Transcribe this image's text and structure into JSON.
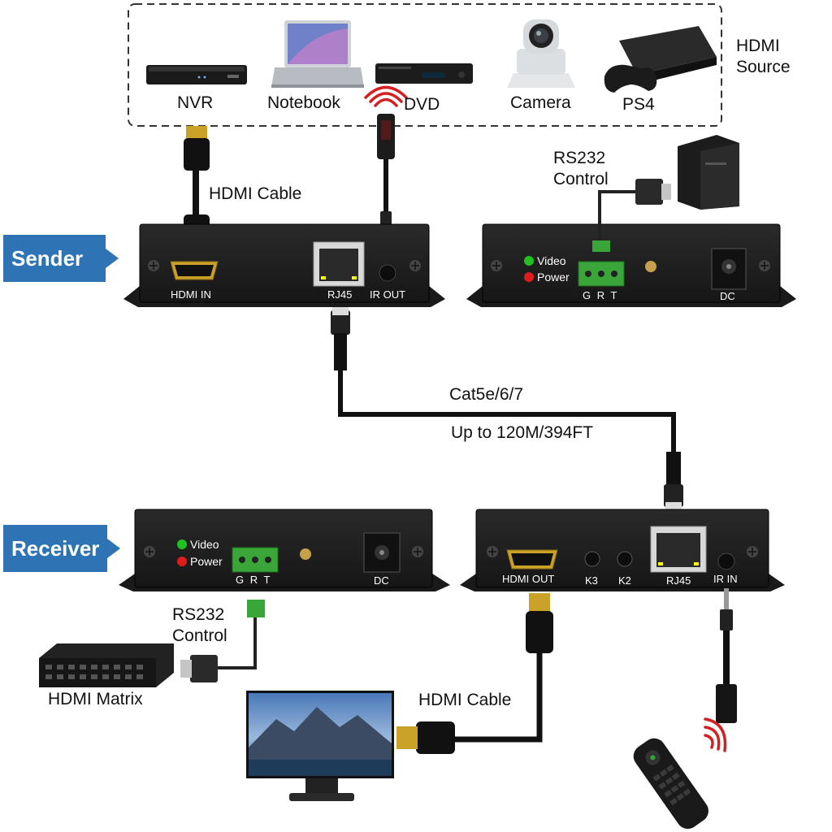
{
  "sources": {
    "title": "HDMI\nSource",
    "devices": [
      {
        "id": "nvr",
        "label": "NVR",
        "icon": "nvr-icon"
      },
      {
        "id": "notebook",
        "label": "Notebook",
        "icon": "laptop-icon"
      },
      {
        "id": "dvd",
        "label": "DVD",
        "icon": "dvd-player-icon"
      },
      {
        "id": "camera",
        "label": "Camera",
        "icon": "ptz-camera-icon"
      },
      {
        "id": "ps4",
        "label": "PS4",
        "icon": "game-console-icon"
      }
    ]
  },
  "sender": {
    "tag": "Sender",
    "hdmi_cable_label": "HDMI Cable",
    "rs232_label": "RS232\nControl",
    "front_ports": {
      "hdmi": "HDMI IN",
      "rj45": "RJ45",
      "ir": "IR OUT"
    },
    "rear": {
      "video": "Video",
      "power": "Power",
      "terminal": "G R T",
      "dc": "DC"
    }
  },
  "link": {
    "cable_type": "Cat5e/6/7",
    "distance": "Up to 120M/394FT"
  },
  "receiver": {
    "tag": "Receiver",
    "rear": {
      "video": "Video",
      "power": "Power",
      "terminal": "G R T",
      "dc": "DC"
    },
    "front_ports": {
      "hdmi": "HDMI OUT",
      "k3": "K3",
      "k2": "K2",
      "rj45": "RJ45",
      "ir": "IR IN"
    },
    "rs232_label": "RS232\nControl",
    "matrix_label": "HDMI Matrix",
    "hdmi_cable_label": "HDMI Cable"
  },
  "colors": {
    "tag": "#2e73b4",
    "box": "#1e1e1e",
    "led_green": "#1fc21f",
    "led_red": "#e01b1b",
    "terminal": "#3aa63a",
    "ir_signal": "#d42020"
  }
}
